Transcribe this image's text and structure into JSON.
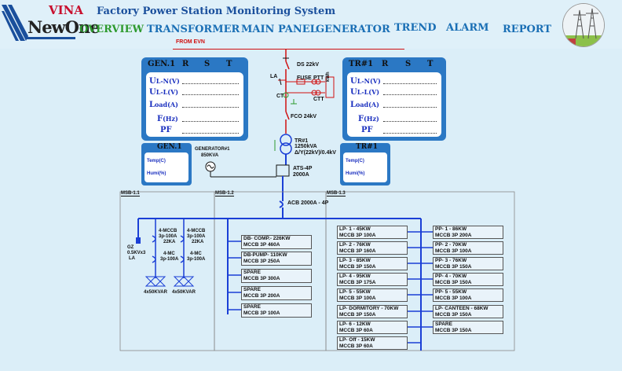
{
  "header": {
    "brand_top": "VINA",
    "brand_main": "NewOne",
    "title": "Factory Power Station Monitoring System",
    "tabs": [
      {
        "label": "OVERVIEW"
      },
      {
        "label": "TRANSFORMER"
      },
      {
        "label": "MAIN PANEL"
      },
      {
        "label": "GENERATOR"
      },
      {
        "label": "TREND"
      },
      {
        "label": "ALARM"
      },
      {
        "label": "REPORT"
      }
    ]
  },
  "colors": {
    "accent": "#1a6fb5",
    "active_tab": "#2e9a2e",
    "bus": "#1a3fd6",
    "hv_line": "#d01010",
    "panel": "#2b78c4"
  },
  "incoming": {
    "source": "FROM EVN",
    "ds": "DS 22kV",
    "la": "LA",
    "fuse": "FUSE",
    "ptt": "PTT",
    "ct": "CT",
    "ctt": "CTT",
    "kwh": "kWh",
    "fco": "FCO 24kV",
    "tr_name": "TR#1",
    "tr_rating": "1250kVA",
    "tr_ratio": "Δ/Y(22kV)/0.4kV",
    "ats": "ATS-4P",
    "ats_rating": "2000A",
    "acb": "ACB 2000A - 4P"
  },
  "generator": {
    "label": "GENERATOR#1",
    "rating": "850KVA"
  },
  "gen_meter": {
    "title": "GEN.1",
    "phases": [
      "R",
      "S",
      "T"
    ],
    "rows": [
      {
        "prefix": "U",
        "label": "L-N(V)"
      },
      {
        "prefix": "U",
        "label": "L-L(V)"
      },
      {
        "prefix": "L",
        "label": "oad(A)"
      },
      {
        "prefix": "F",
        "label": "(Hz)"
      }
    ],
    "pf": "PF"
  },
  "tr_meter": {
    "title": "TR#1",
    "phases": [
      "R",
      "S",
      "T"
    ],
    "rows": [
      {
        "prefix": "U",
        "label": "L-N(V)"
      },
      {
        "prefix": "U",
        "label": "L-L(V)"
      },
      {
        "prefix": "L",
        "label": "oad(A)"
      },
      {
        "prefix": "F",
        "label": "(Hz)"
      }
    ],
    "pf": "PF"
  },
  "gen_env": {
    "title": "GEN.1",
    "temp": "Temp(C)",
    "humi": "Humi(%)"
  },
  "tr_env": {
    "title": "TR#1",
    "temp": "Temp(C)",
    "humi": "Humi(%)"
  },
  "msb": {
    "msb1_1": "MSB-1.1",
    "msb1_2": "MSB-1.2",
    "msb1_3": "MSB-1.3"
  },
  "capacitor": {
    "gz": "GZ",
    "gz_rating": "0.5KVx3",
    "gz_unit": "LA",
    "mccb_left": "4-MCCB",
    "mccb_left_rating": "3p-100A",
    "mccb_left_ka": "22KA",
    "mccb_right": "4-MCCB",
    "mccb_right_rating": "3p-100A",
    "mccb_right_ka": "22KA",
    "mc_left": "4-MC",
    "mc_left_rating": "3p-100A",
    "mc_right": "4-MC",
    "mc_right_rating": "3p-100A",
    "bank_left": "4x50KVAR",
    "bank_right": "4x50KVAR"
  },
  "msb12_feeders": [
    {
      "line1": "DB- COMP.- 226KW",
      "line2": "MCCB 3P 460A"
    },
    {
      "line1": "DB-PUMP- 110KW",
      "line2": "MCCB 3P 250A"
    },
    {
      "line1": "SPARE",
      "line2": "MCCB 3P 300A"
    },
    {
      "line1": "SPARE",
      "line2": "MCCB 3P 200A"
    },
    {
      "line1": "SPARE",
      "line2": "MCCB 3P 100A"
    }
  ],
  "lp_feeders": [
    {
      "line1": "LP- 1 - 45KW",
      "line2": "MCCB 3P 100A"
    },
    {
      "line1": "LP- 2 - 76KW",
      "line2": "MCCB 3P 160A"
    },
    {
      "line1": "LP- 3 - 85KW",
      "line2": "MCCB 3P 150A"
    },
    {
      "line1": "LP- 4 - 95KW",
      "line2": "MCCB 3P 175A"
    },
    {
      "line1": "LP- 5 - 55KW",
      "line2": "MCCB 3P 100A"
    },
    {
      "line1": "LP- DORMITORY - 70KW",
      "line2": "MCCB 3P 150A"
    },
    {
      "line1": "LP- 6 - 12KW",
      "line2": "MCCB 3P 60A"
    },
    {
      "line1": "LP- Off - 15KW",
      "line2": "MCCB 3P 60A"
    }
  ],
  "pp_feeders": [
    {
      "line1": "PP- 1 - 86KW",
      "line2": "MCCB 3P 200A"
    },
    {
      "line1": "PP- 2 - 70KW",
      "line2": "MCCB 3P 100A"
    },
    {
      "line1": "PP- 3 - 76KW",
      "line2": "MCCB 3P 150A"
    },
    {
      "line1": "PP- 4 - 70KW",
      "line2": "MCCB 3P 150A"
    },
    {
      "line1": "PP- 5 - 55KW",
      "line2": "MCCB 3P 100A"
    },
    {
      "line1": "LP- CANTEEN - 68KW",
      "line2": "MCCB 3P 150A"
    },
    {
      "line1": "SPARE",
      "line2": "MCCB 3P 150A"
    }
  ]
}
